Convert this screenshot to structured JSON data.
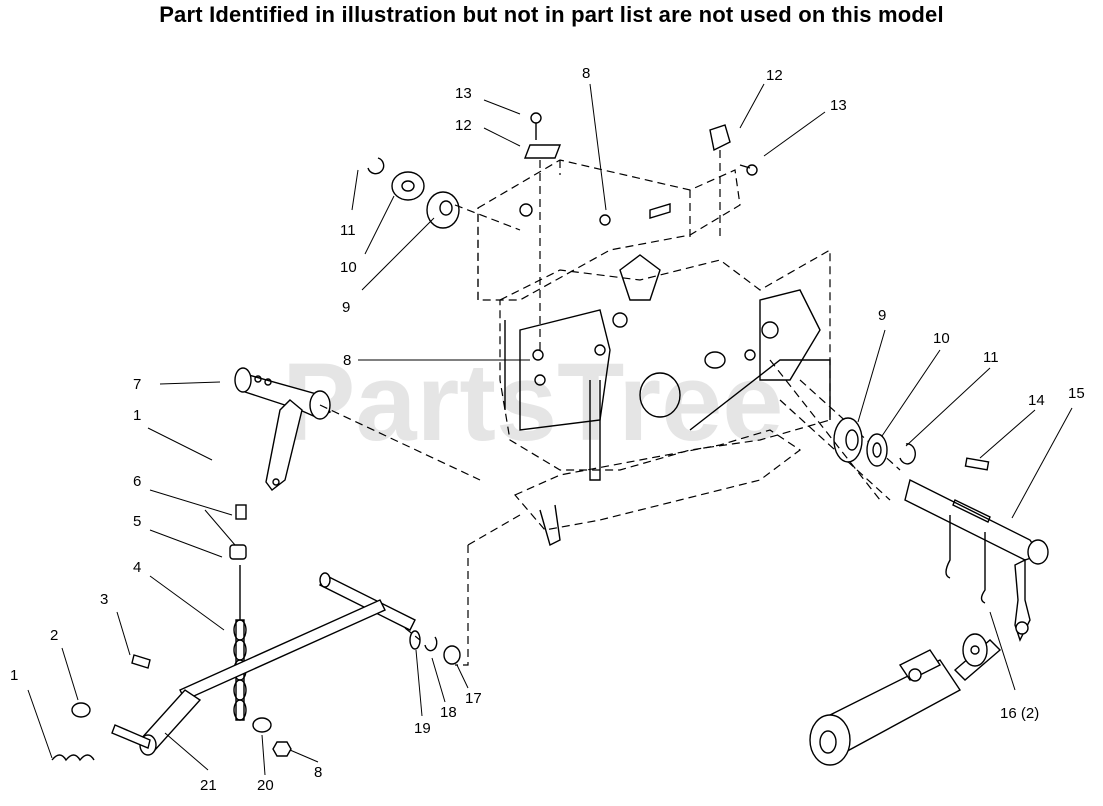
{
  "header": {
    "note": "Part Identified in illustration but not in part list are not used on this model"
  },
  "watermark": {
    "text": "PartsTree"
  },
  "callouts": [
    {
      "id": "c-13a",
      "label": "13"
    },
    {
      "id": "c-12a",
      "label": "12"
    },
    {
      "id": "c-8a",
      "label": "8"
    },
    {
      "id": "c-12b",
      "label": "12"
    },
    {
      "id": "c-13b",
      "label": "13"
    },
    {
      "id": "c-11a",
      "label": "11"
    },
    {
      "id": "c-10a",
      "label": "10"
    },
    {
      "id": "c-9a",
      "label": "9"
    },
    {
      "id": "c-8b",
      "label": "8"
    },
    {
      "id": "c-7",
      "label": "7"
    },
    {
      "id": "c-1a",
      "label": "1"
    },
    {
      "id": "c-6",
      "label": "6"
    },
    {
      "id": "c-5",
      "label": "5"
    },
    {
      "id": "c-4",
      "label": "4"
    },
    {
      "id": "c-3",
      "label": "3"
    },
    {
      "id": "c-2",
      "label": "2"
    },
    {
      "id": "c-1b",
      "label": "1"
    },
    {
      "id": "c-21",
      "label": "21"
    },
    {
      "id": "c-20",
      "label": "20"
    },
    {
      "id": "c-8c",
      "label": "8"
    },
    {
      "id": "c-19",
      "label": "19"
    },
    {
      "id": "c-18",
      "label": "18"
    },
    {
      "id": "c-17",
      "label": "17"
    },
    {
      "id": "c-9b",
      "label": "9"
    },
    {
      "id": "c-10b",
      "label": "10"
    },
    {
      "id": "c-11b",
      "label": "11"
    },
    {
      "id": "c-14",
      "label": "14"
    },
    {
      "id": "c-15",
      "label": "15"
    },
    {
      "id": "c-16",
      "label": "16 (2)"
    }
  ]
}
